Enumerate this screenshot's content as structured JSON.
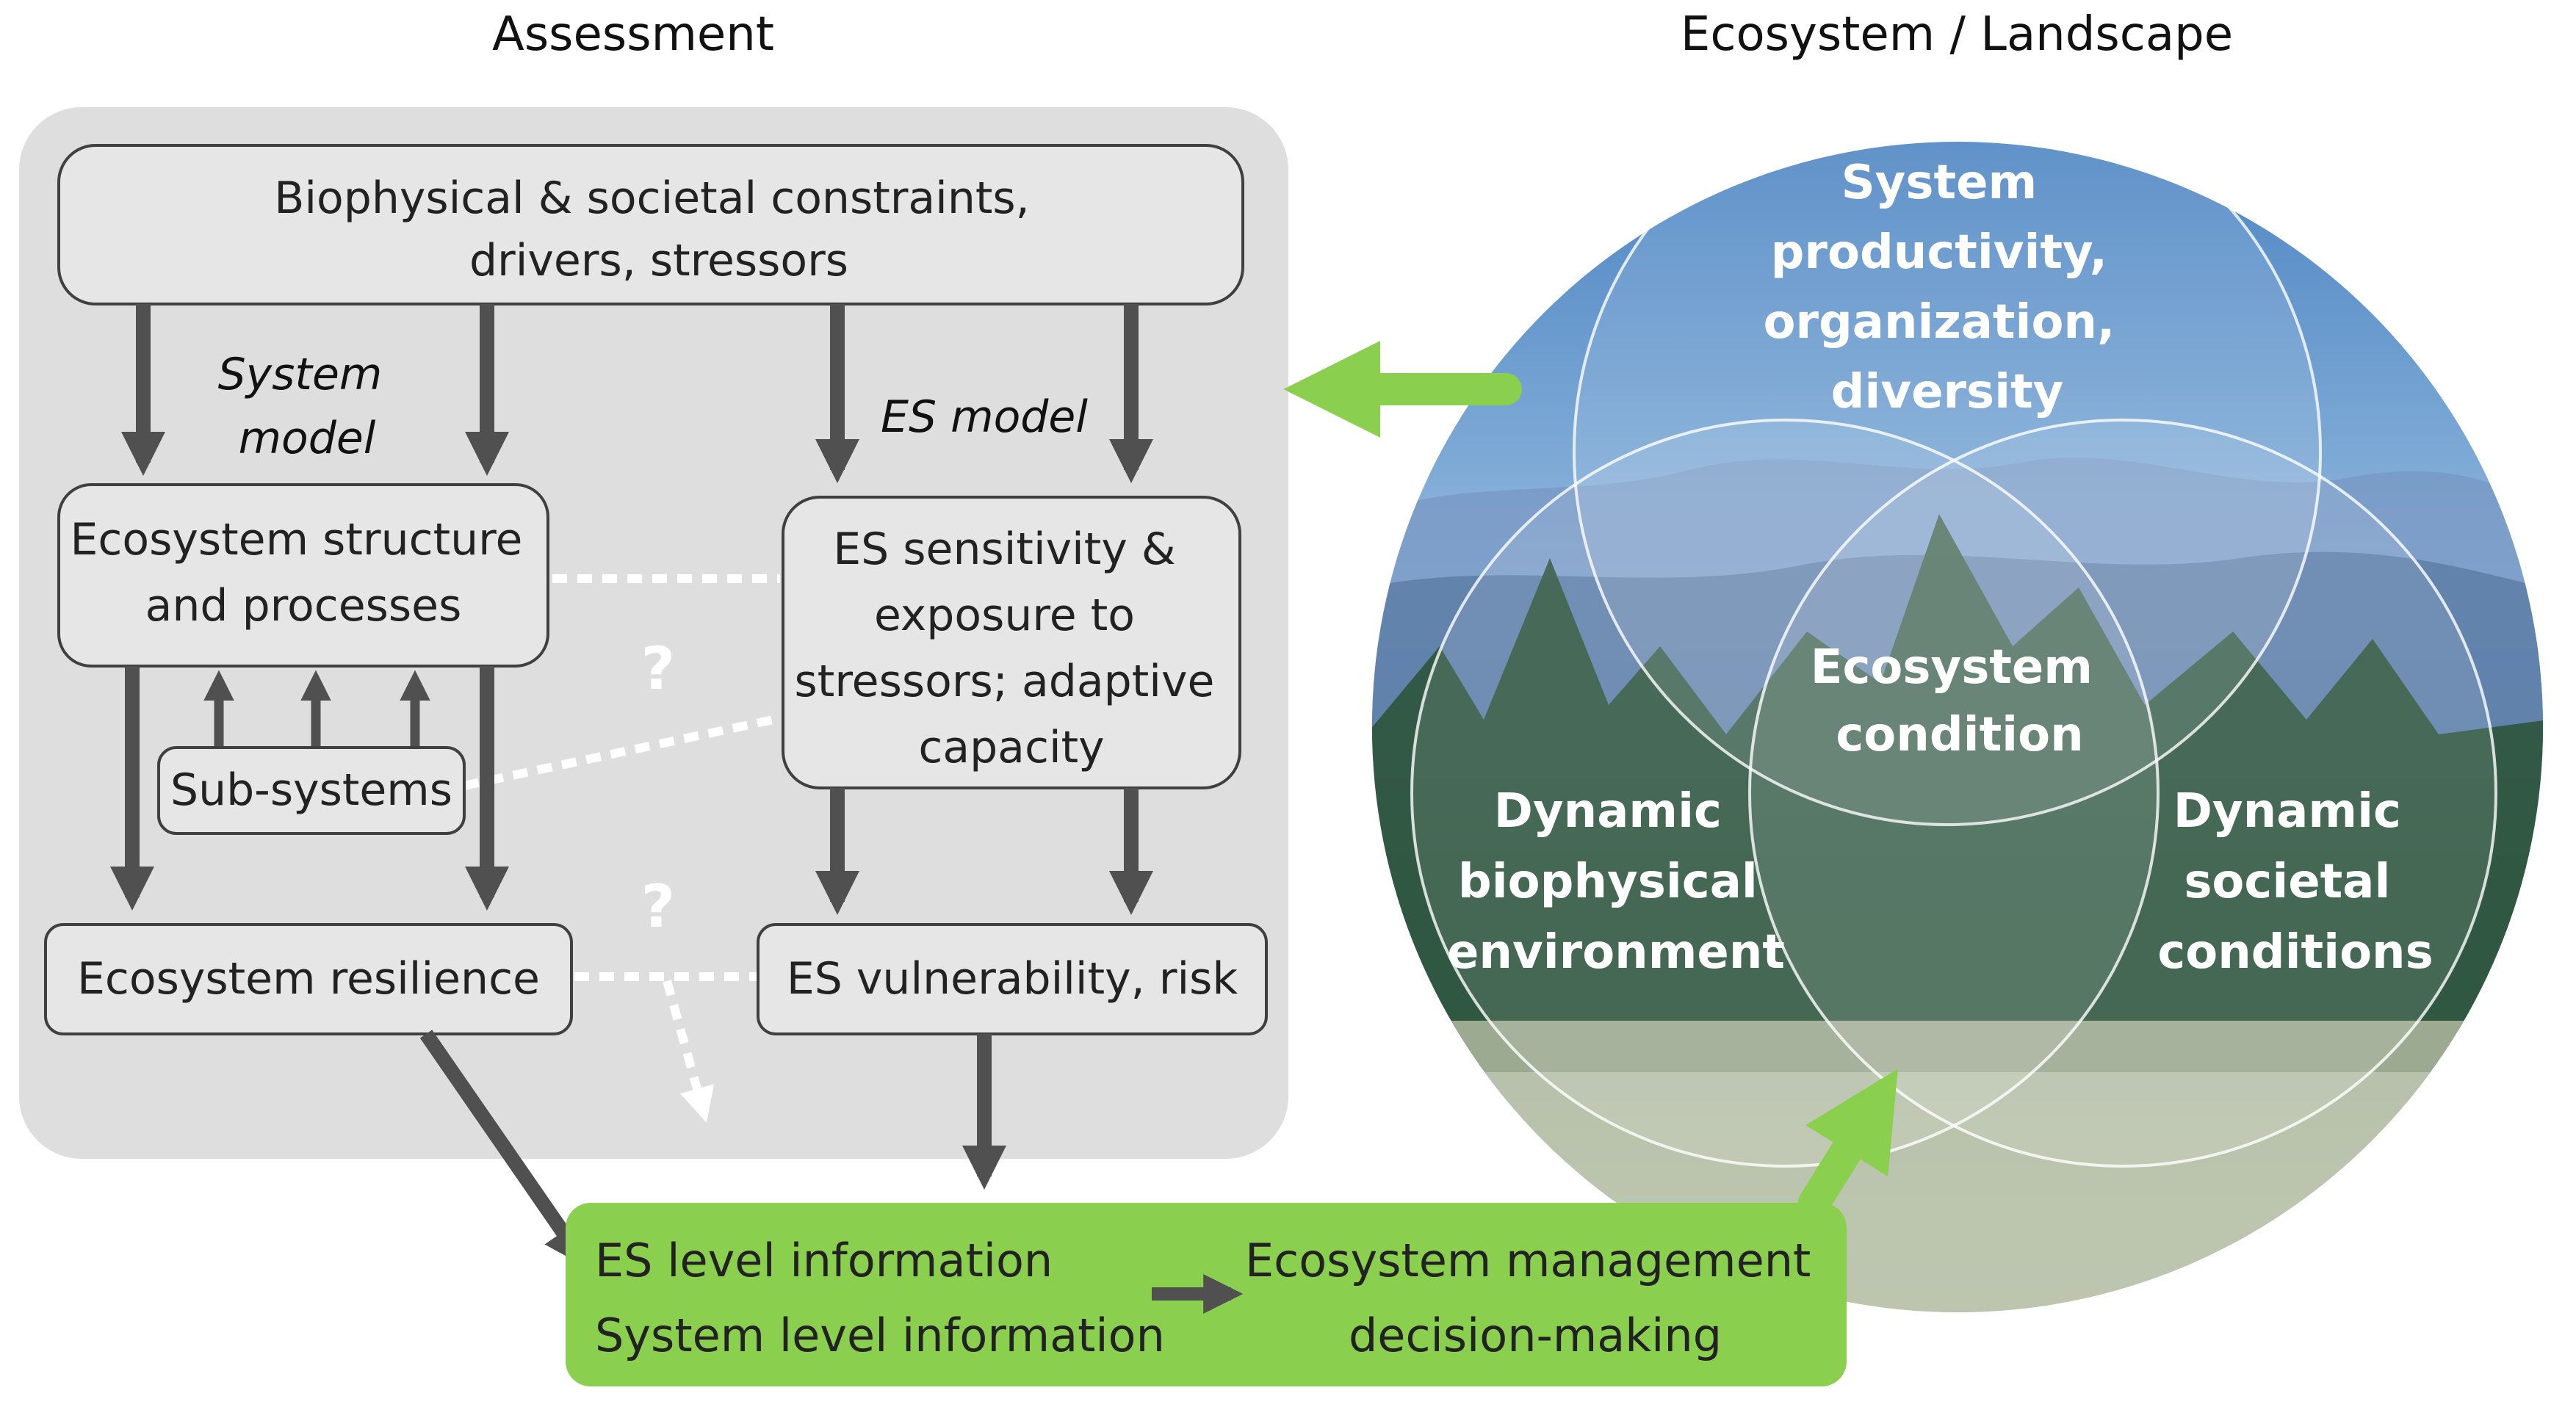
{
  "headings": {
    "assessment": "Assessment",
    "ecosystem": "Ecosystem / Landscape"
  },
  "boxes": {
    "constraints": [
      "Biophysical & societal constraints,",
      "drivers, stressors"
    ],
    "structure": [
      "Ecosystem structure",
      "and processes"
    ],
    "subsystems": "Sub-systems",
    "resilience": "Ecosystem resilience",
    "sensitivity": [
      "ES sensitivity &",
      "exposure to",
      "stressors; adaptive",
      "capacity"
    ],
    "vulnerability": "ES vulnerability, risk"
  },
  "models": {
    "system": [
      "System",
      "model"
    ],
    "es": "ES model"
  },
  "marks": {
    "q1": "?",
    "q2": "?"
  },
  "output": {
    "es_level": "ES level information",
    "system_level": "System level information",
    "management": [
      "Ecosystem management",
      "decision-making"
    ]
  },
  "circles": {
    "productivity": [
      "System",
      "productivity,",
      "organization,",
      "diversity"
    ],
    "condition": [
      "Ecosystem",
      "condition"
    ],
    "biophysical": [
      "Dynamic",
      "biophysical",
      "environment"
    ],
    "societal": [
      "Dynamic",
      "societal",
      "conditions"
    ]
  },
  "colors": {
    "panel": "#dedede",
    "box_fill": "#e6e6e6",
    "box_stroke": "#404040",
    "arrow_dark": "#505050",
    "green": "#8bcf4f",
    "sky": "#8fb6dc",
    "forest": "#3d6b4f"
  }
}
